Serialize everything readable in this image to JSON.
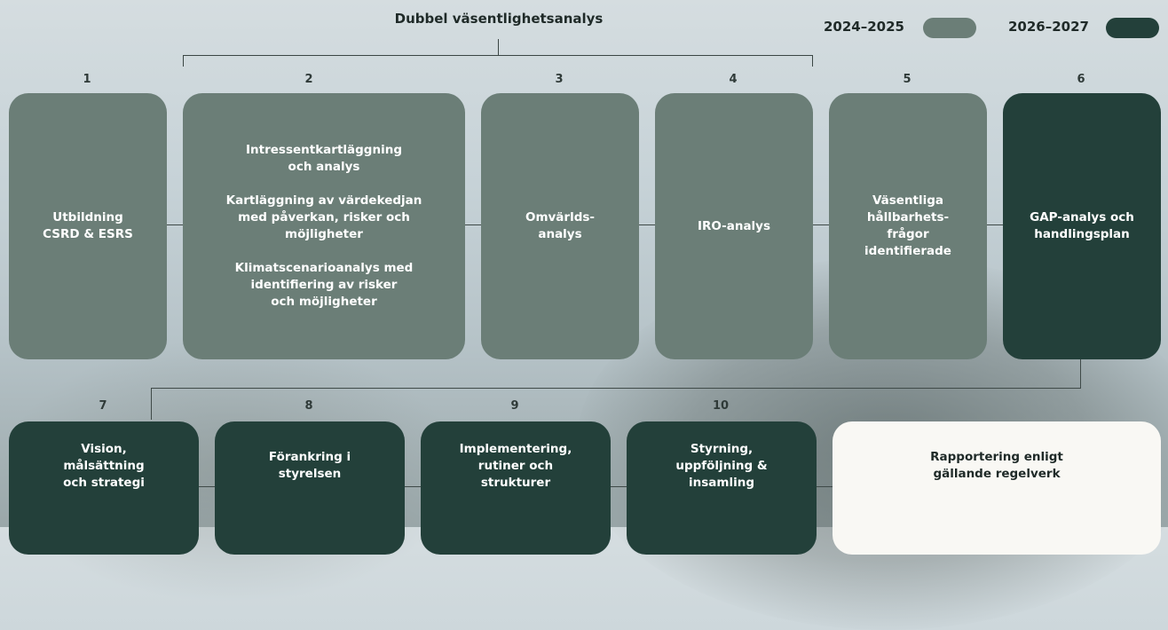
{
  "title": "Dubbel väsentlighetsanalys",
  "legend": [
    {
      "label": "2024–2025",
      "color": "#6b7e77"
    },
    {
      "label": "2026–2027",
      "color": "#23403a"
    }
  ],
  "steps_top": [
    {
      "number": "1",
      "text": "Utbildning\nCSRD & ESRS",
      "period": "2024–2025"
    },
    {
      "number": "2",
      "text": "Intressentkartläggning\noch analys\n\nKartläggning av värdekedjan\nmed påverkan, risker och\nmöjligheter\n\nKlimatscenarioanalys med\nidentifiering av risker\noch möjligheter",
      "period": "2024–2025"
    },
    {
      "number": "3",
      "text": "Omvärlds-\nanalys",
      "period": "2024–2025"
    },
    {
      "number": "4",
      "text": "IRO-analys",
      "period": "2024–2025"
    },
    {
      "number": "5",
      "text": "Väsentliga\nhållbarhets-\nfrågor\nidentifierade",
      "period": "2024–2025"
    },
    {
      "number": "6",
      "text": "GAP-analys och\nhandlingsplan",
      "period": "2026–2027"
    }
  ],
  "steps_bottom": [
    {
      "number": "7",
      "text": "Vision,\nmålsättning\noch strategi",
      "period": "2026–2027"
    },
    {
      "number": "8",
      "text": "Förankring i\nstyrelsen",
      "period": "2026–2027"
    },
    {
      "number": "9",
      "text": "Implementering,\nrutiner och\nstrukturer",
      "period": "2026–2027"
    },
    {
      "number": "10",
      "text": "Styrning,\nuppföljning &\ninsamling",
      "period": "2026–2027"
    }
  ],
  "final": {
    "text": "Rapportering enligt\ngällande regelverk"
  }
}
